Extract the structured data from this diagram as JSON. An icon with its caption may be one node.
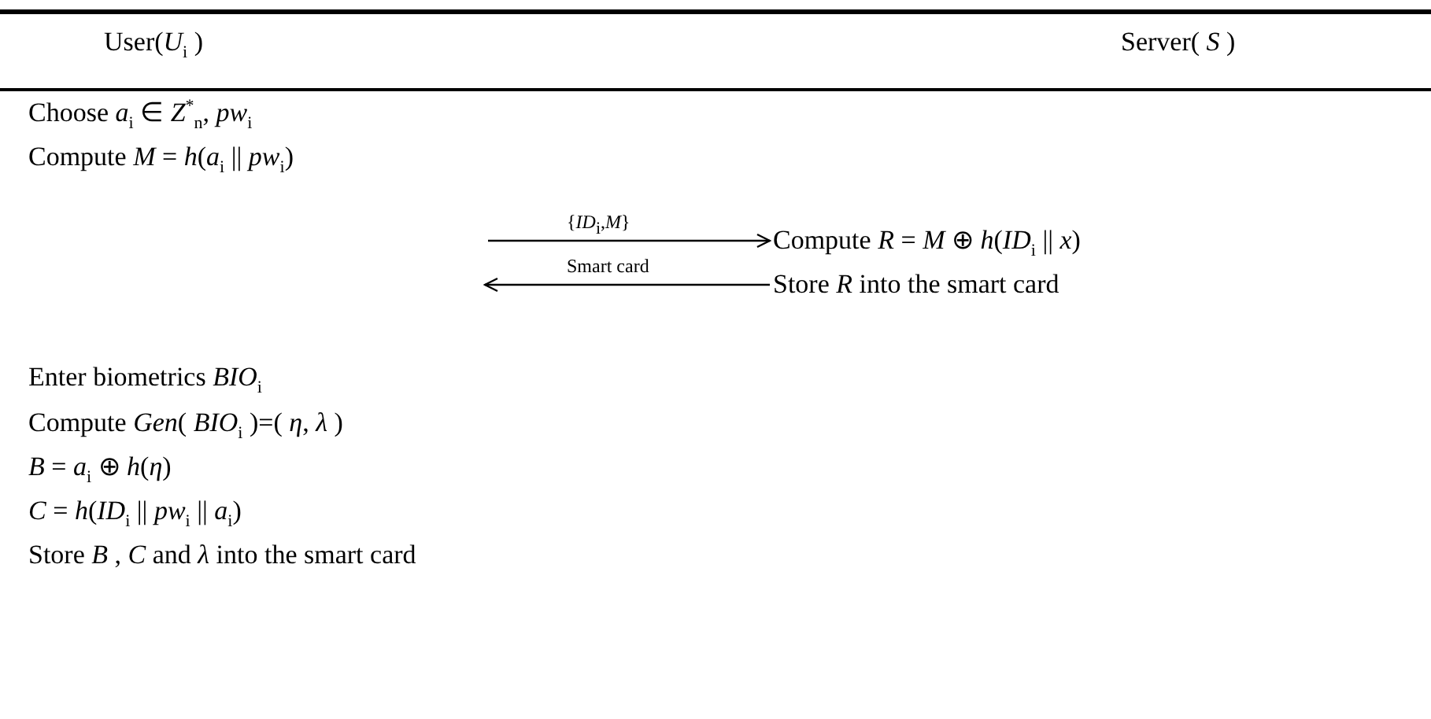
{
  "diagram": {
    "nodes": [
      {
        "text": [
          "User(*U*$_{i}$ )"
        ]
      },
      {
        "text": [
          "Server( *S* )"
        ]
      },
      {
        "text": [
          "Choose  *a*$_{i}$ ∈ *Z*$^{*}$$_{n}$,  *pw*$_{i}$"
        ]
      },
      {
        "text": [
          "Compute  *M* = *h*(*a*$_{i}$ || *pw*$_{i}$)"
        ]
      },
      {
        "text": [
          "Compute  *R* = *M* ⊕ *h*(*ID*$_{i}$ || *x*)"
        ]
      },
      {
        "text": [
          "Store  *R*  into the smart card"
        ]
      },
      {
        "text": [
          "Enter biometrics  *BIO*$_{i}$"
        ]
      },
      {
        "text": [
          "Compute *Gen*( *BIO*$_{i}$ )=( *η*, *λ* )"
        ]
      },
      {
        "text": [
          "*B* = *a*$_{i}$ ⊕ *h*(*η*)"
        ]
      },
      {
        "text": [
          "*C* = *h*(*ID*$_{i}$ || *pw*$_{i}$ || *a*$_{i}$)"
        ]
      },
      {
        "text": [
          "Store  *B* ,  *C*  and  *λ*  into the smart card"
        ]
      }
    ],
    "edges": [
      {
        "from": null,
        "to": 4,
        "arrow": "to",
        "label": "{*ID*$_{i}$,*M*}"
      },
      {
        "from": 5,
        "to": null,
        "arrow": "to",
        "label": "Smart card"
      }
    ]
  }
}
